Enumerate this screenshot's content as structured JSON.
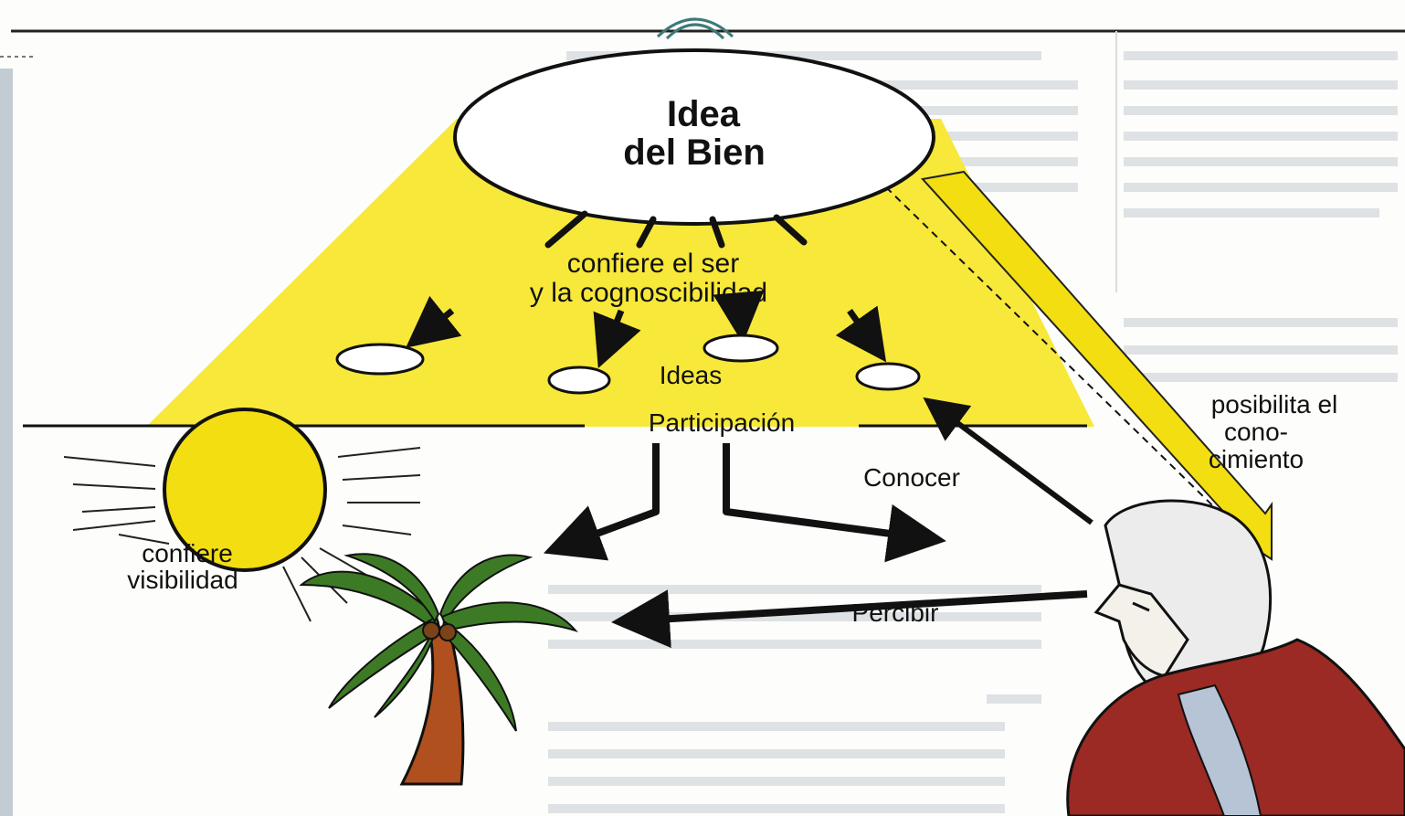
{
  "diagram": {
    "idea_title_line1": "Idea",
    "idea_title_line2": "del Bien",
    "confers_line1": "confiere el ser",
    "confers_line2": "y la cognoscibilidad",
    "ideas_label": "Ideas",
    "participation_label": "Participación",
    "enables_line1": "posibilita el",
    "enables_line2": "cono-",
    "enables_line3": "cimiento",
    "know_label": "Conocer",
    "perceive_label": "Percibir",
    "visibility_line1": "confiere",
    "visibility_line2": "visibilidad"
  },
  "colors": {
    "light_yellow": "#f7e83a",
    "sun_yellow": "#f3de12",
    "palm_leaf": "#3d7a25",
    "palm_trunk": "#b0501f",
    "cloak": "#9a2a23",
    "sidebar": "#c3ccd2",
    "ink": "#111111"
  },
  "icons": {
    "sun": "sun-icon",
    "palm": "palm-tree-icon",
    "person": "philosopher-icon"
  }
}
